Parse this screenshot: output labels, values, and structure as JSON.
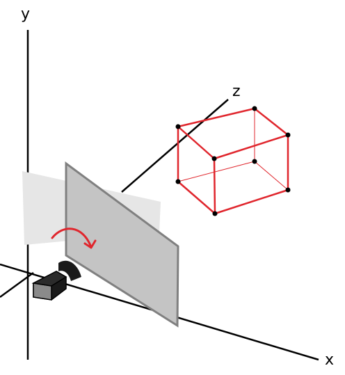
{
  "axes": {
    "x_label": "x",
    "y_label": "y",
    "z_label": "z"
  },
  "colors": {
    "axis": "#000000",
    "cube": "#e0262d",
    "vertex": "#000000",
    "plane_front": "#c4c4c4",
    "plane_back": "#e6e6e6",
    "arrow": "#e0262d",
    "camera": "#1a1a1a"
  },
  "icons": {
    "camera": "video-camera-icon",
    "rotation": "curved-arrow-icon"
  }
}
